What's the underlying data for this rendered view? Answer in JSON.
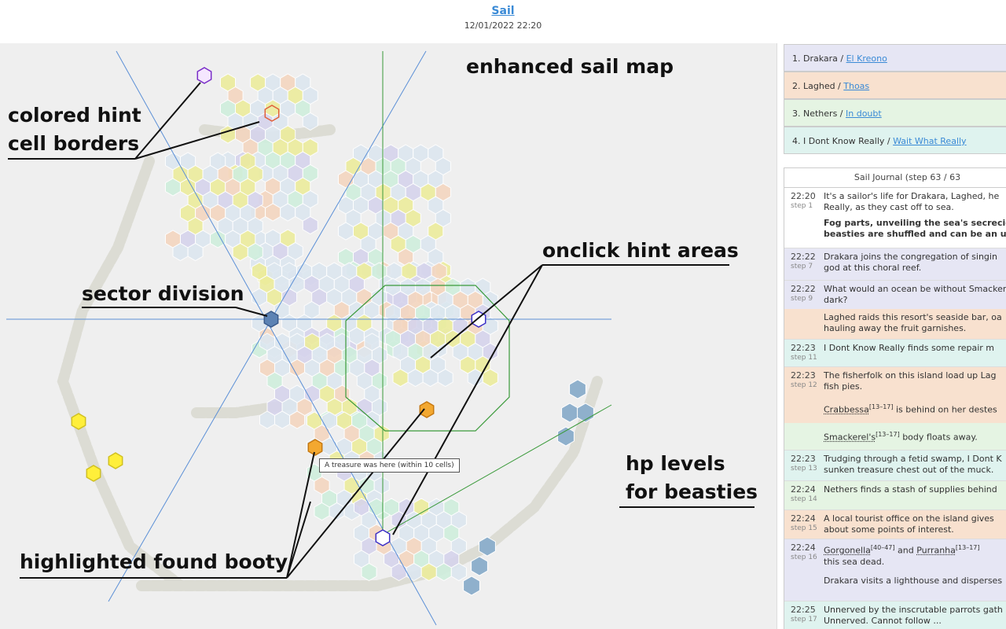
{
  "header": {
    "title": "Sail",
    "timestamp": "12/01/2022 22:20"
  },
  "annotations": {
    "enhanced": "enhanced sail map",
    "colored_1": "colored hint",
    "colored_2": "cell borders",
    "onclick": "onclick hint areas",
    "sector": "sector division",
    "hp_1": "hp levels",
    "hp_2": "for beasties",
    "booty": "highlighted found booty"
  },
  "tooltip": "A treasure was here (within 10 cells)",
  "players": [
    {
      "num": "1. Drakara / ",
      "link": "El Kreono",
      "color": "#e6e6f4"
    },
    {
      "num": "2. Laghed / ",
      "link": "Thoas",
      "color": "#f8e1cf"
    },
    {
      "num": "3. Nethers / ",
      "link": "In doubt",
      "color": "#e5f4e3"
    },
    {
      "num": "4. I Dont Know Really / ",
      "link": "Wait What Really",
      "color": "#dff3ef"
    }
  ],
  "journal": {
    "header": "Sail Journal (step 63 / 63",
    "entries": [
      {
        "time": "22:20",
        "step": "step 1",
        "line1": "It's a sailor's life for Drakara, Laghed, he",
        "line2": "Really, as they cast off to sea.",
        "line3": "Fog parts, unveiling the sea's secrecie",
        "line4": "beasties are shuffled and can be an u",
        "bg": "#ffffff"
      },
      {
        "time": "22:22",
        "step": "step 7",
        "line1": "Drakara joins the congregation of singin",
        "line2": "god at this choral reef.",
        "bg": "#e6e6f4"
      },
      {
        "time": "22:22",
        "step": "step 9",
        "line1": "What would an ocean be without Smackere",
        "line2": "dark?",
        "bg": "#e6e6f4"
      },
      {
        "time": "",
        "step": "",
        "line1": "Laghed raids this resort's seaside bar, oa",
        "line2": "hauling away the fruit garnishes.",
        "bg": "#f8e1cf"
      },
      {
        "time": "22:23",
        "step": "step 11",
        "line1": "I Dont Know Really finds some repair m",
        "line2": "",
        "bg": "#dff3ef"
      },
      {
        "time": "22:23",
        "step": "step 12",
        "line1": "The fisherfolk on this island load up Lag",
        "line2": "fish pies.",
        "bg": "#f8e1cf"
      },
      {
        "time": "",
        "step": "",
        "beast1": "Crabbessa",
        "beast1_hp": "[13–17]",
        "line1": " is behind on her destes",
        "bg": "#f8e1cf"
      },
      {
        "time": "",
        "step": "",
        "beast1": "Smackerel's",
        "beast1_hp": "[13–17]",
        "line1": " body floats away.",
        "bg": "#e5f4e3"
      },
      {
        "time": "22:23",
        "step": "step 13",
        "line1": "Trudging through a fetid swamp, I Dont K",
        "line2": "sunken treasure chest out of the muck.",
        "bg": "#dff3ef"
      },
      {
        "time": "22:24",
        "step": "step 14",
        "line1": "Nethers finds a stash of supplies behind",
        "line2": "",
        "bg": "#e5f4e3"
      },
      {
        "time": "22:24",
        "step": "step 15",
        "line1": "A local tourist office on the island gives",
        "line2": "about some points of interest.",
        "bg": "#f8e1cf"
      },
      {
        "time": "22:24",
        "step": "step 16",
        "beast1": "Gorgonella",
        "beast1_hp": "[40–47]",
        "mid": " and ",
        "beast2": "Purranha",
        "beast2_hp": "[13–17]",
        "line2": "this sea dead.",
        "line3": "Drakara visits a lighthouse and disperses",
        "bg": "#e6e6f4"
      },
      {
        "time": "22:25",
        "step": "step 17",
        "line1": "Unnerved by the inscrutable parrots gath",
        "line2": "Unnerved. Cannot follow ...",
        "bg": "#dff3ef"
      }
    ]
  },
  "colors": {
    "hex_default": "#dde7f0",
    "hex_yellow": "#ecec9c",
    "hex_orange": "#f4d6c0",
    "hex_purple": "#d6d4ec",
    "hex_green": "#cfeedd",
    "hex_blue_dark": "#8fb0cc",
    "line_blue": "#5b8fd6",
    "line_green": "#3a9a3a",
    "path_grey": "#dcdcd4",
    "hint_purple": "#7a2ec8",
    "hint_yellow": "#ffef3a"
  }
}
